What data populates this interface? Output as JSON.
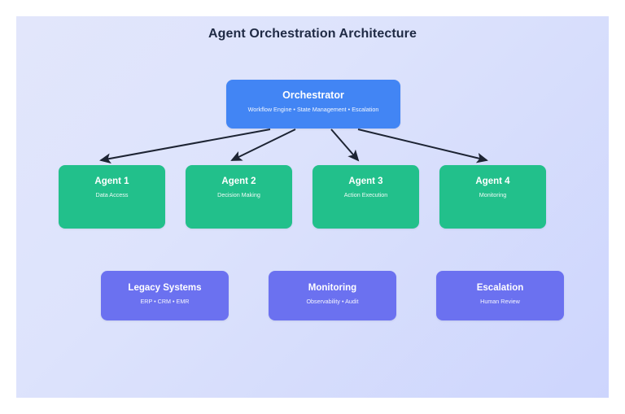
{
  "diagram": {
    "title": "Agent Orchestration Architecture",
    "background_gradient_from": "#e2e6fb",
    "background_gradient_to": "#cdd5fd",
    "arrow_color": "#1d2433"
  },
  "orchestrator": {
    "title": "Orchestrator",
    "subtitle": "Workflow Engine • State Management • Escalation",
    "color": "#4285f4"
  },
  "agents": {
    "color": "#22c08b",
    "items": [
      {
        "title": "Agent 1",
        "subtitle": "Data Access"
      },
      {
        "title": "Agent 2",
        "subtitle": "Decision Making"
      },
      {
        "title": "Agent 3",
        "subtitle": "Action Execution"
      },
      {
        "title": "Agent 4",
        "subtitle": "Monitoring"
      }
    ]
  },
  "support": {
    "color": "#6b71f0",
    "items": [
      {
        "title": "Legacy Systems",
        "subtitle": "ERP • CRM • EMR"
      },
      {
        "title": "Monitoring",
        "subtitle": "Observability • Audit"
      },
      {
        "title": "Escalation",
        "subtitle": "Human Review"
      }
    ]
  },
  "connections": [
    {
      "from": "Orchestrator",
      "to": "Agent 1"
    },
    {
      "from": "Orchestrator",
      "to": "Agent 2"
    },
    {
      "from": "Orchestrator",
      "to": "Agent 3"
    },
    {
      "from": "Orchestrator",
      "to": "Agent 4"
    }
  ]
}
